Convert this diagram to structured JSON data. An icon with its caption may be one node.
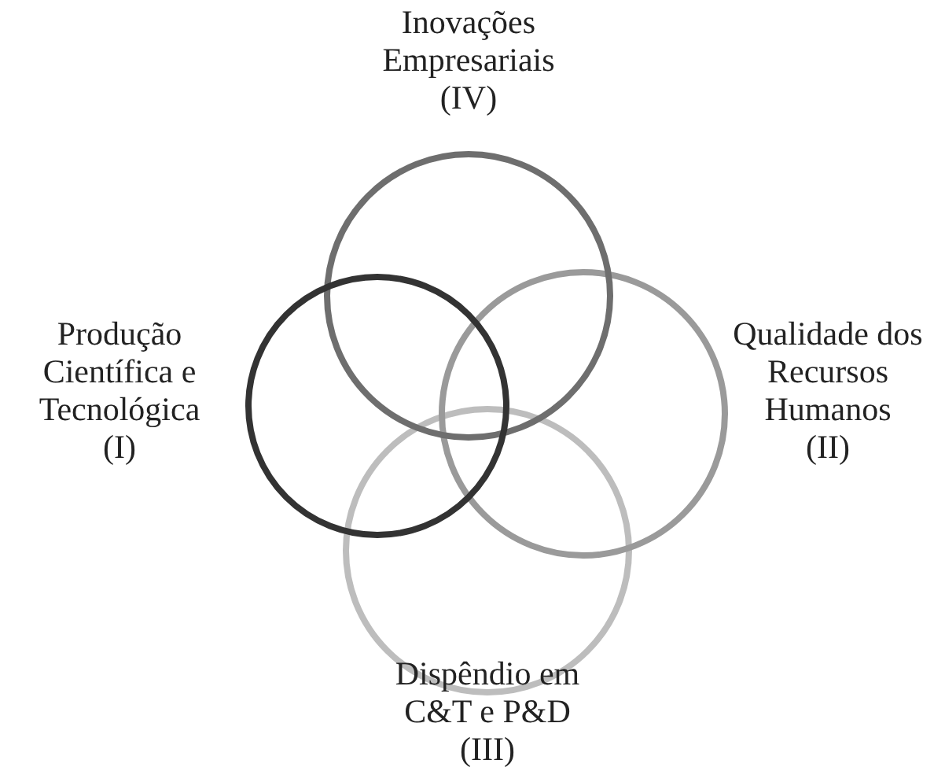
{
  "diagram": {
    "nodes": [
      {
        "text": [
          "Inovações Empresariais",
          "(IV)"
        ]
      },
      {
        "text": [
          "Produção Científica e Tecnológica",
          "(I)"
        ]
      },
      {
        "text": [
          "Qualidade dos Recursos Humanos",
          "(II)"
        ]
      },
      {
        "text": [
          "Dispêndio em C&T e P&D",
          "(III)"
        ]
      }
    ],
    "edges": []
  }
}
